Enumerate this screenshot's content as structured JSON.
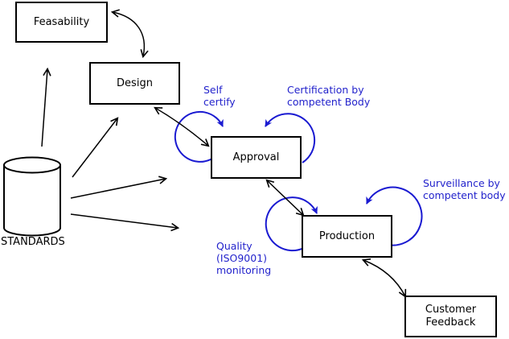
{
  "diagram": {
    "kind": "process-flow",
    "nodes": {
      "feasability": {
        "label": "Feasability",
        "shape": "rect"
      },
      "design": {
        "label": "Design",
        "shape": "rect"
      },
      "approval": {
        "label": "Approval",
        "shape": "rect"
      },
      "production": {
        "label": "Production",
        "shape": "rect"
      },
      "customer_feedback": {
        "label": "Customer\nFeedback",
        "shape": "rect"
      },
      "standards": {
        "label": "STANDARDS",
        "shape": "cylinder"
      }
    },
    "annotations": {
      "self_certify": {
        "label": "Self\ncertify",
        "attached_to": "approval"
      },
      "certification": {
        "label": "Certification by\ncompetent Body",
        "attached_to": "approval"
      },
      "quality": {
        "label": "Quality\n(ISO9001)\nmonitoring",
        "attached_to": "production"
      },
      "surveillance": {
        "label": "Surveillance by\ncompetent body",
        "attached_to": "production"
      }
    },
    "edges": [
      {
        "from": "standards",
        "to": "feasability",
        "type": "arrow"
      },
      {
        "from": "standards",
        "to": "design",
        "type": "arrow"
      },
      {
        "from": "standards",
        "to": "approval",
        "type": "arrow"
      },
      {
        "from": "standards",
        "to": "production",
        "type": "arrow"
      },
      {
        "from": "feasability",
        "to": "design",
        "type": "double-arrow"
      },
      {
        "from": "design",
        "to": "approval",
        "type": "double-arrow"
      },
      {
        "from": "approval",
        "to": "production",
        "type": "double-arrow"
      },
      {
        "from": "production",
        "to": "customer_feedback",
        "type": "double-arrow"
      },
      {
        "node": "approval",
        "loop": "self_certify",
        "type": "loop"
      },
      {
        "node": "approval",
        "loop": "certification",
        "type": "loop"
      },
      {
        "node": "production",
        "loop": "quality",
        "type": "loop"
      },
      {
        "node": "production",
        "loop": "surveillance",
        "type": "loop"
      }
    ],
    "colors": {
      "annotation_text": "#2323cc",
      "loop_stroke": "#1a1ad1",
      "line": "#000000",
      "background": "#ffffff"
    }
  }
}
